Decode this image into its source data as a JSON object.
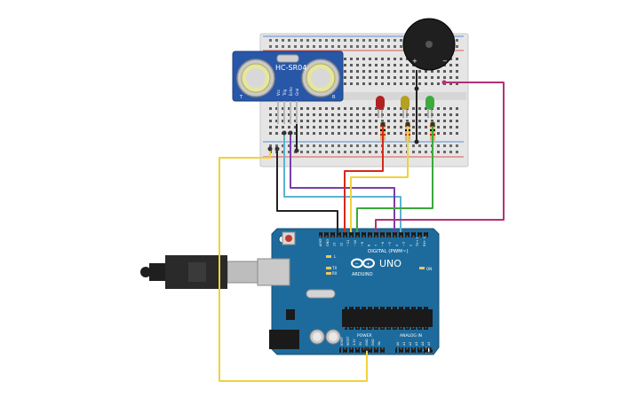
{
  "sensor": {
    "model": "HC-SR04",
    "pins": [
      "Vcc",
      "Trig",
      "Echo",
      "Gnd"
    ],
    "side_left": "T",
    "side_right": "R"
  },
  "buzzer": {
    "plus": "+",
    "minus": "−"
  },
  "board": {
    "uno": "UNO",
    "brand": "ARDUINO",
    "digital": "DIGITAL (PWM~)",
    "power": "POWER",
    "analog": "ANALOG IN",
    "on": "ON",
    "l": "L",
    "tx": "TX",
    "rx": "RX",
    "top_pins": [
      "AREF",
      "GND",
      "13",
      "12",
      "~11",
      "~10",
      "~9",
      "8",
      "7",
      "~6",
      "~5",
      "4",
      "~3",
      "2",
      "TX→ 1",
      "RX← 0"
    ],
    "power_pins": [
      "IOREF",
      "RESET",
      "3.3V",
      "5V",
      "GND",
      "GND",
      "Vin"
    ],
    "analog_pins": [
      "A0",
      "A1",
      "A2",
      "A3",
      "A4",
      "A5"
    ]
  },
  "leds": [
    {
      "color": "red",
      "hex": "#b22222"
    },
    {
      "color": "yellow",
      "hex": "#b5a020"
    },
    {
      "color": "green",
      "hex": "#3caa3c"
    }
  ],
  "wire_colors": {
    "yellow": "#f1d23a",
    "black": "#222222",
    "cyan": "#5ab4d2",
    "purple": "#7a3ea8",
    "red": "#d42a1a",
    "green": "#3aa93a",
    "magenta": "#b33078"
  }
}
